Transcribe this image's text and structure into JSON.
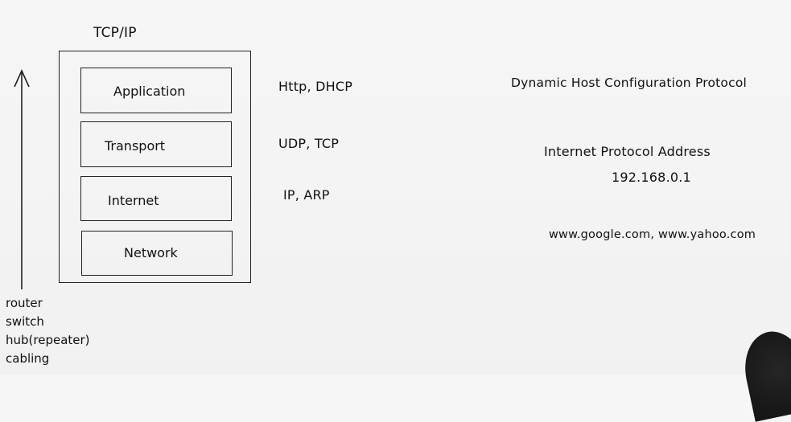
{
  "diagram": {
    "title": "TCP/IP",
    "layers": [
      {
        "name": "Application",
        "protocols": "Http, DHCP"
      },
      {
        "name": "Transport",
        "protocols": "UDP, TCP"
      },
      {
        "name": "Internet",
        "protocols": "IP, ARP"
      },
      {
        "name": "Network",
        "protocols": ""
      }
    ],
    "devices": [
      "router",
      "switch",
      "hub(repeater)",
      "cabling"
    ],
    "notes": {
      "dhcp_expansion": "Dynamic Host Configuration Protocol",
      "ip_expansion": "Internet Protocol Address",
      "ip_example": "192.168.0.1",
      "domains": "www.google.com, www.yahoo.com"
    }
  }
}
